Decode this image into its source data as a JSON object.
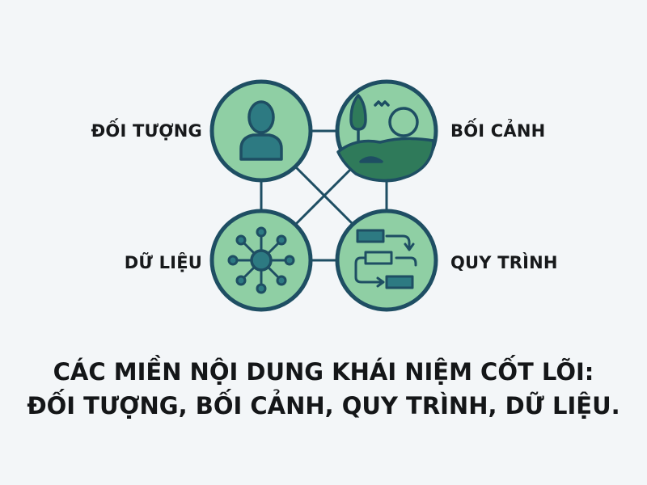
{
  "diagram": {
    "nodes": {
      "objects": {
        "label": "ĐỐI TƯỢNG",
        "icon": "person-icon"
      },
      "context": {
        "label": "BỐI CẢNH",
        "icon": "landscape-icon"
      },
      "data": {
        "label": "DỮ LIỆU",
        "icon": "network-hub-icon"
      },
      "process": {
        "label": "QUY TRÌNH",
        "icon": "workflow-icon"
      }
    },
    "caption": {
      "line1": "CÁC MIỀN NỘI DUNG KHÁI NIỆM CỐT LÕI:",
      "line2": "ĐỐI TƯỢNG, BỐI CẢNH, QUY TRÌNH, DỮ LIỆU."
    }
  },
  "colors": {
    "background": "#f3f6f8",
    "circle_fill": "#8fcfa4",
    "outline": "#1e4e63",
    "icon_teal": "#2d7a82",
    "icon_green": "#2f7a5a",
    "text": "#17191b"
  }
}
